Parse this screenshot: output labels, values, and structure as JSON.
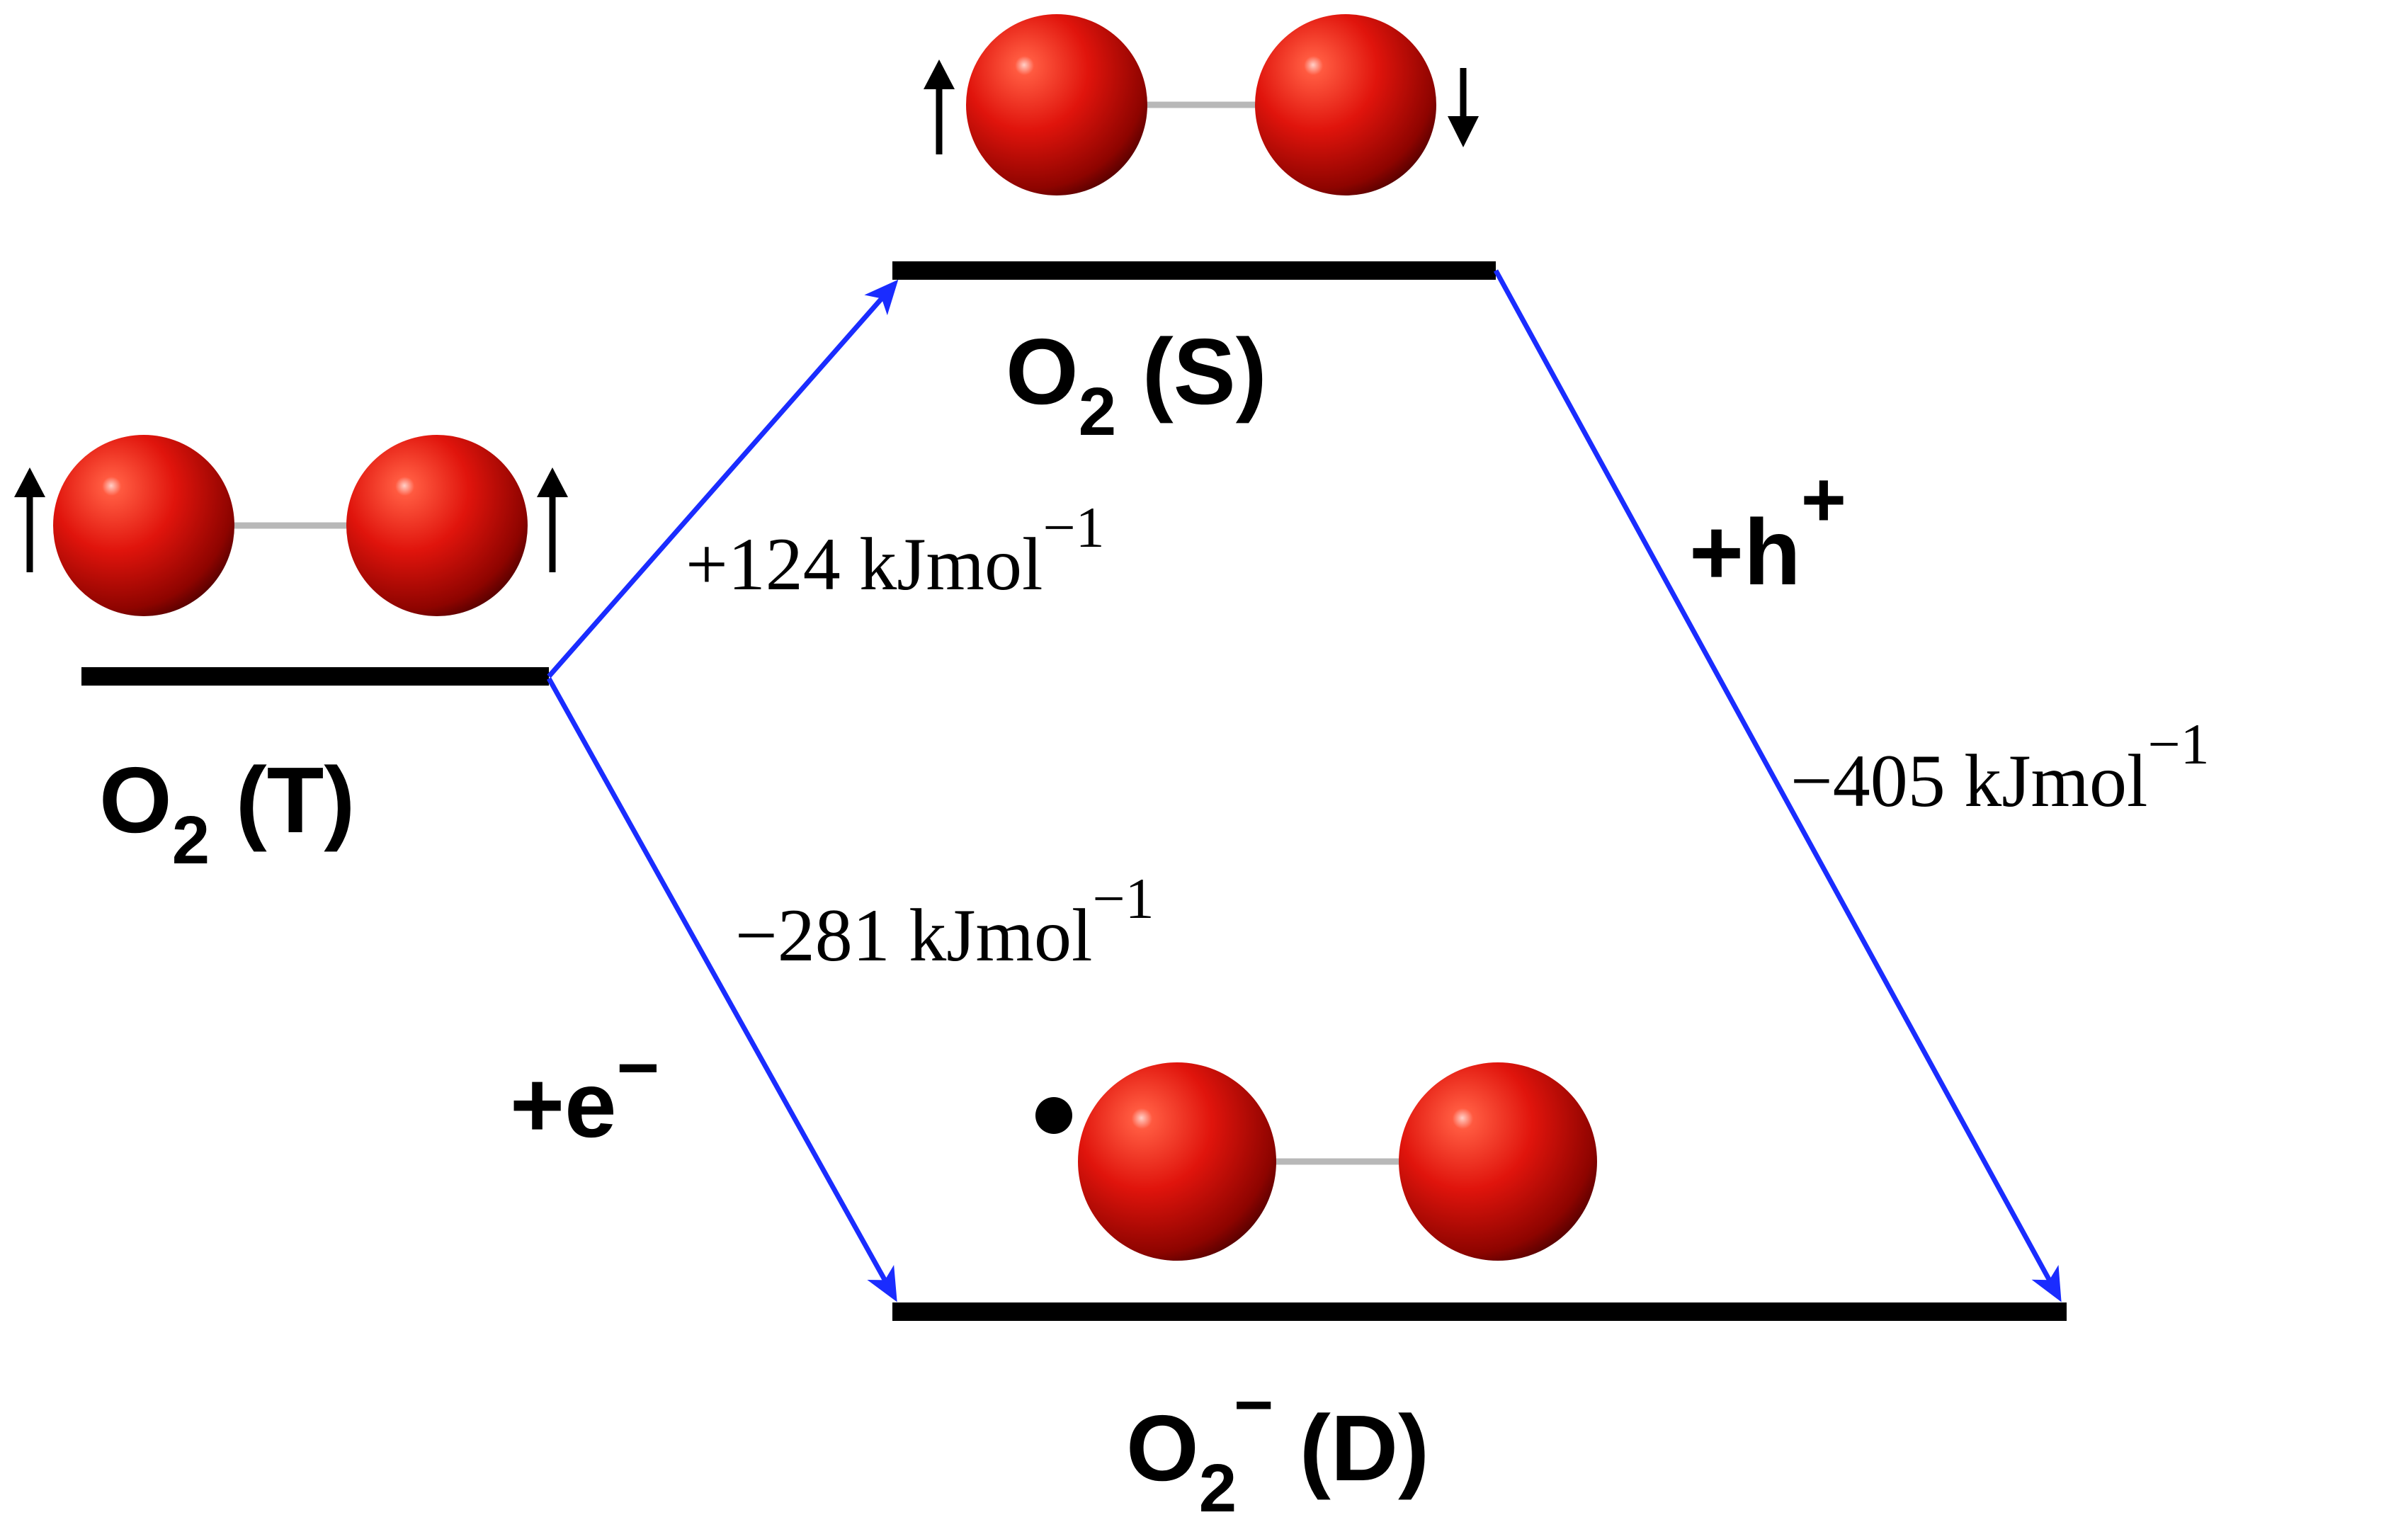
{
  "states": {
    "triplet": {
      "main": "O",
      "sub": "2",
      "sup": "",
      "tail": " (T)"
    },
    "singlet": {
      "main": "O",
      "sub": "2",
      "sup": "",
      "tail": " (S)"
    },
    "doublet": {
      "main": "O",
      "sub": "2",
      "sup": "−",
      "tail": " (D)"
    }
  },
  "transitions": {
    "t_to_s": {
      "value": "+124 kJmol",
      "exp": "−1"
    },
    "t_to_d": {
      "value": "−281 kJmol",
      "exp": "−1"
    },
    "s_to_d": {
      "value": "−405 kJmol",
      "exp": "−1"
    }
  },
  "species": {
    "electron": {
      "main": "+e",
      "sup": "−"
    },
    "hole": {
      "main": "+h",
      "sup": "+"
    }
  },
  "colors": {
    "arrow": "#1a2cff",
    "level": "#000000",
    "atom": "#e0140c",
    "atom_dark": "#5a0000",
    "bond": "#b8b8b8"
  },
  "icons": {
    "spin_up": "spin-up-arrow-icon",
    "spin_down": "spin-down-arrow-icon",
    "radical": "unpaired-electron-dot-icon",
    "atom": "oxygen-atom-sphere-icon"
  }
}
